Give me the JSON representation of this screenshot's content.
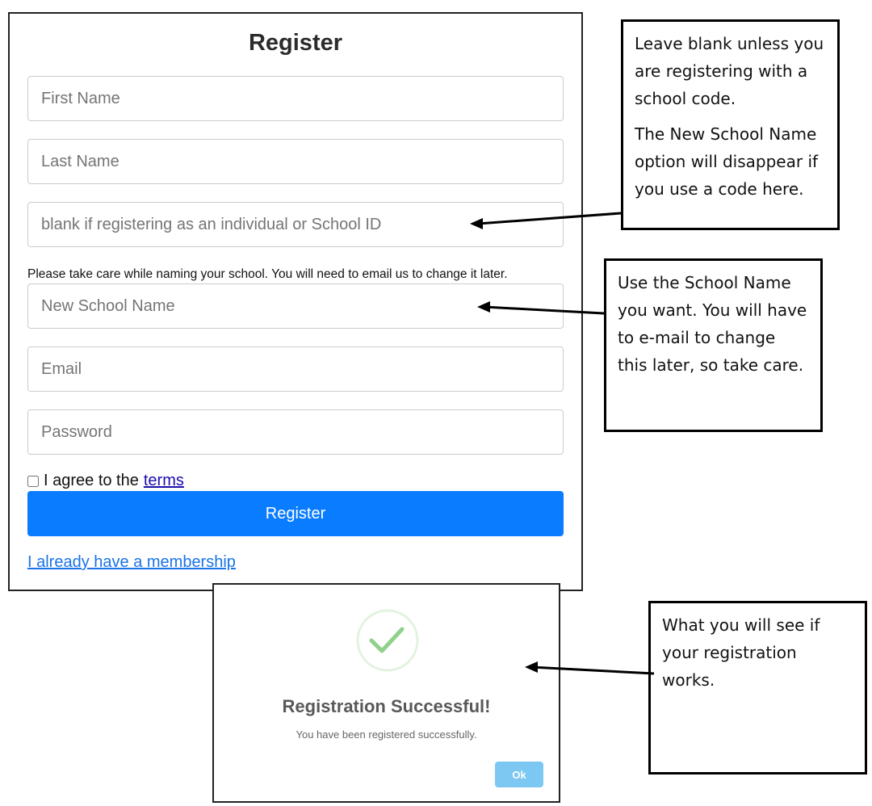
{
  "form": {
    "title": "Register",
    "first_name_placeholder": "First Name",
    "last_name_placeholder": "Last Name",
    "school_id_placeholder": "blank if registering as an individual or School ID",
    "school_hint": "Please take care while naming your school. You will need to email us to change it later.",
    "new_school_placeholder": "New School Name",
    "email_placeholder": "Email",
    "password_placeholder": "Password",
    "agree_text": "I agree to the",
    "terms_link": "terms",
    "register_button": "Register",
    "membership_link": "I already have a membership"
  },
  "callouts": {
    "school_code": [
      "Leave blank unless you are registering with a school code.",
      "The New School Name option will disappear if you use a code here."
    ],
    "school_name": "Use the School Name you want. You will have to e-mail to change this later, so take care.",
    "success": "What you will see if your registration works."
  },
  "modal": {
    "title": "Registration Successful!",
    "message": "You have been registered successfully.",
    "ok_button": "Ok",
    "accent": "#8fd18a"
  }
}
